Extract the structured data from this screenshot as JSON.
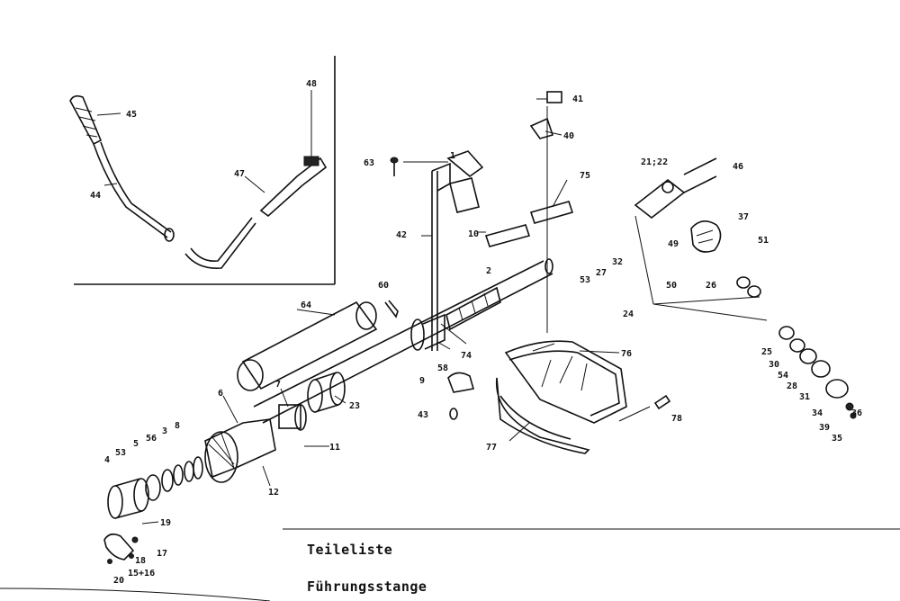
{
  "page": {
    "title_lines": [
      "Teileliste",
      "Führungsstange"
    ]
  },
  "labels": {
    "l45": "45",
    "l44": "44",
    "l48": "48",
    "l47": "47",
    "l41": "41",
    "l40": "40",
    "l63": "63",
    "l1": "1",
    "l75": "75",
    "l21_22": "21;22",
    "l46": "46",
    "l42": "42",
    "l10": "10",
    "l2": "2",
    "l53a": "53",
    "l27": "27",
    "l32": "32",
    "l49": "49",
    "l37": "37",
    "l51": "51",
    "l50": "50",
    "l26": "26",
    "l60": "60",
    "l64": "64",
    "l24": "24",
    "l25": "25",
    "l30": "30",
    "l54": "54",
    "l28": "28",
    "l31": "31",
    "l34": "34",
    "l36": "36",
    "l35": "35",
    "l74": "74",
    "l58": "58",
    "l9": "9",
    "l76": "76",
    "l43": "43",
    "l7": "7",
    "l23": "23",
    "l6": "6",
    "l11": "11",
    "l12": "12",
    "l77": "77",
    "l78": "78",
    "l4": "4",
    "l53b": "53",
    "l5": "5",
    "l56": "56",
    "l3": "3",
    "l8": "8",
    "l19": "19",
    "l17": "17",
    "l18": "18",
    "l15_16": "15+16",
    "l20": "20"
  }
}
